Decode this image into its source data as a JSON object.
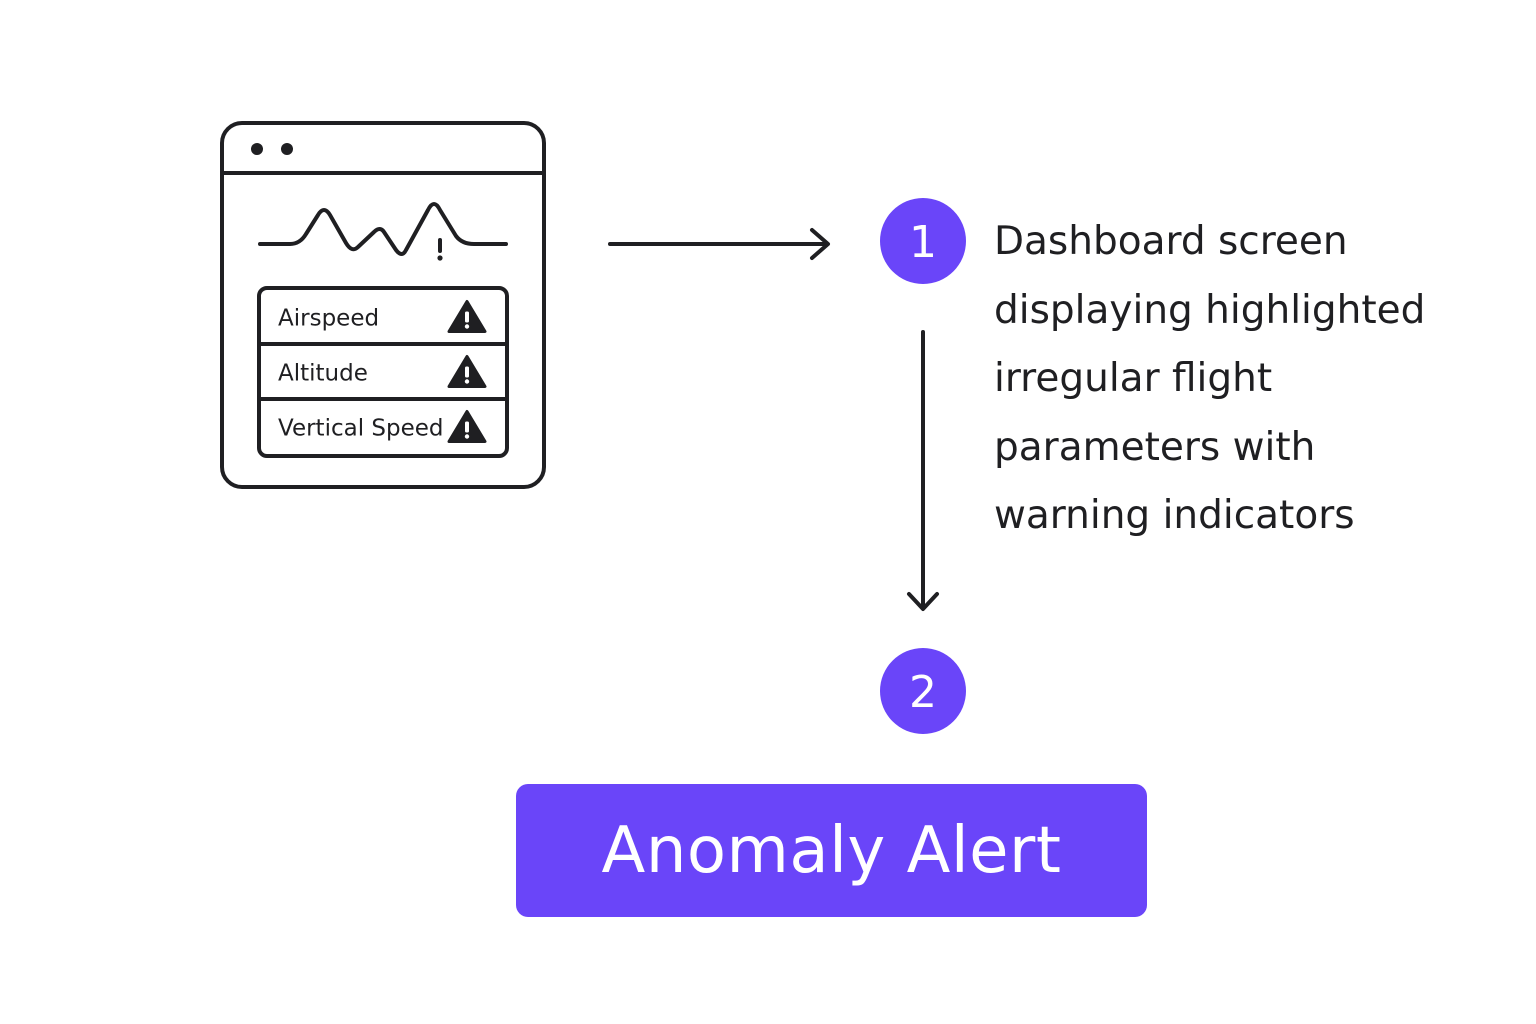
{
  "dashboard": {
    "fields": [
      {
        "label": "Airspeed",
        "icon": "warning-icon"
      },
      {
        "label": "Altitude",
        "icon": "warning-icon"
      },
      {
        "label": "Vertical Speed",
        "icon": "warning-icon"
      }
    ]
  },
  "steps": [
    {
      "number": "1"
    },
    {
      "number": "2"
    }
  ],
  "description": {
    "lines": [
      "Dashboard screen",
      "displaying highlighted",
      "irregular flight",
      "parameters with",
      "warning indicators"
    ]
  },
  "alert": {
    "label": "Anomaly Alert"
  },
  "colors": {
    "accent": "#6a45f9",
    "ink": "#1f1f22",
    "background": "#ffffff"
  }
}
